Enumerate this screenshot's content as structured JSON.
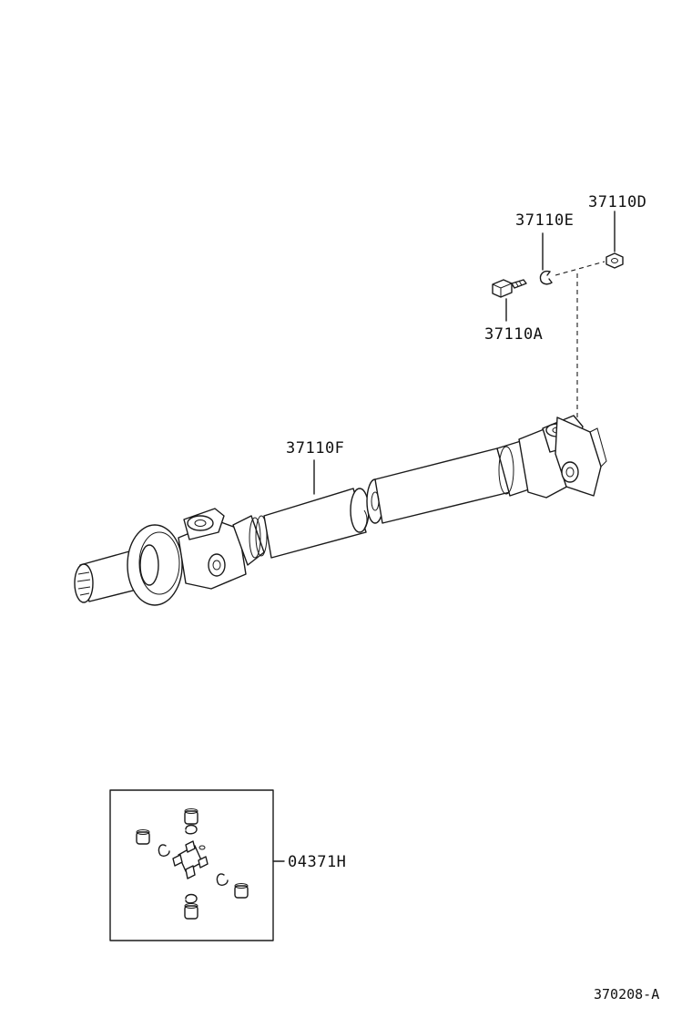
{
  "diagram": {
    "parts": {
      "universal_joint_kit": "04371H",
      "propeller_shaft": "37110F",
      "flange_bolt": "37110A",
      "washer": "37110E",
      "nut": "37110D"
    },
    "reference_code": "370208-A"
  }
}
